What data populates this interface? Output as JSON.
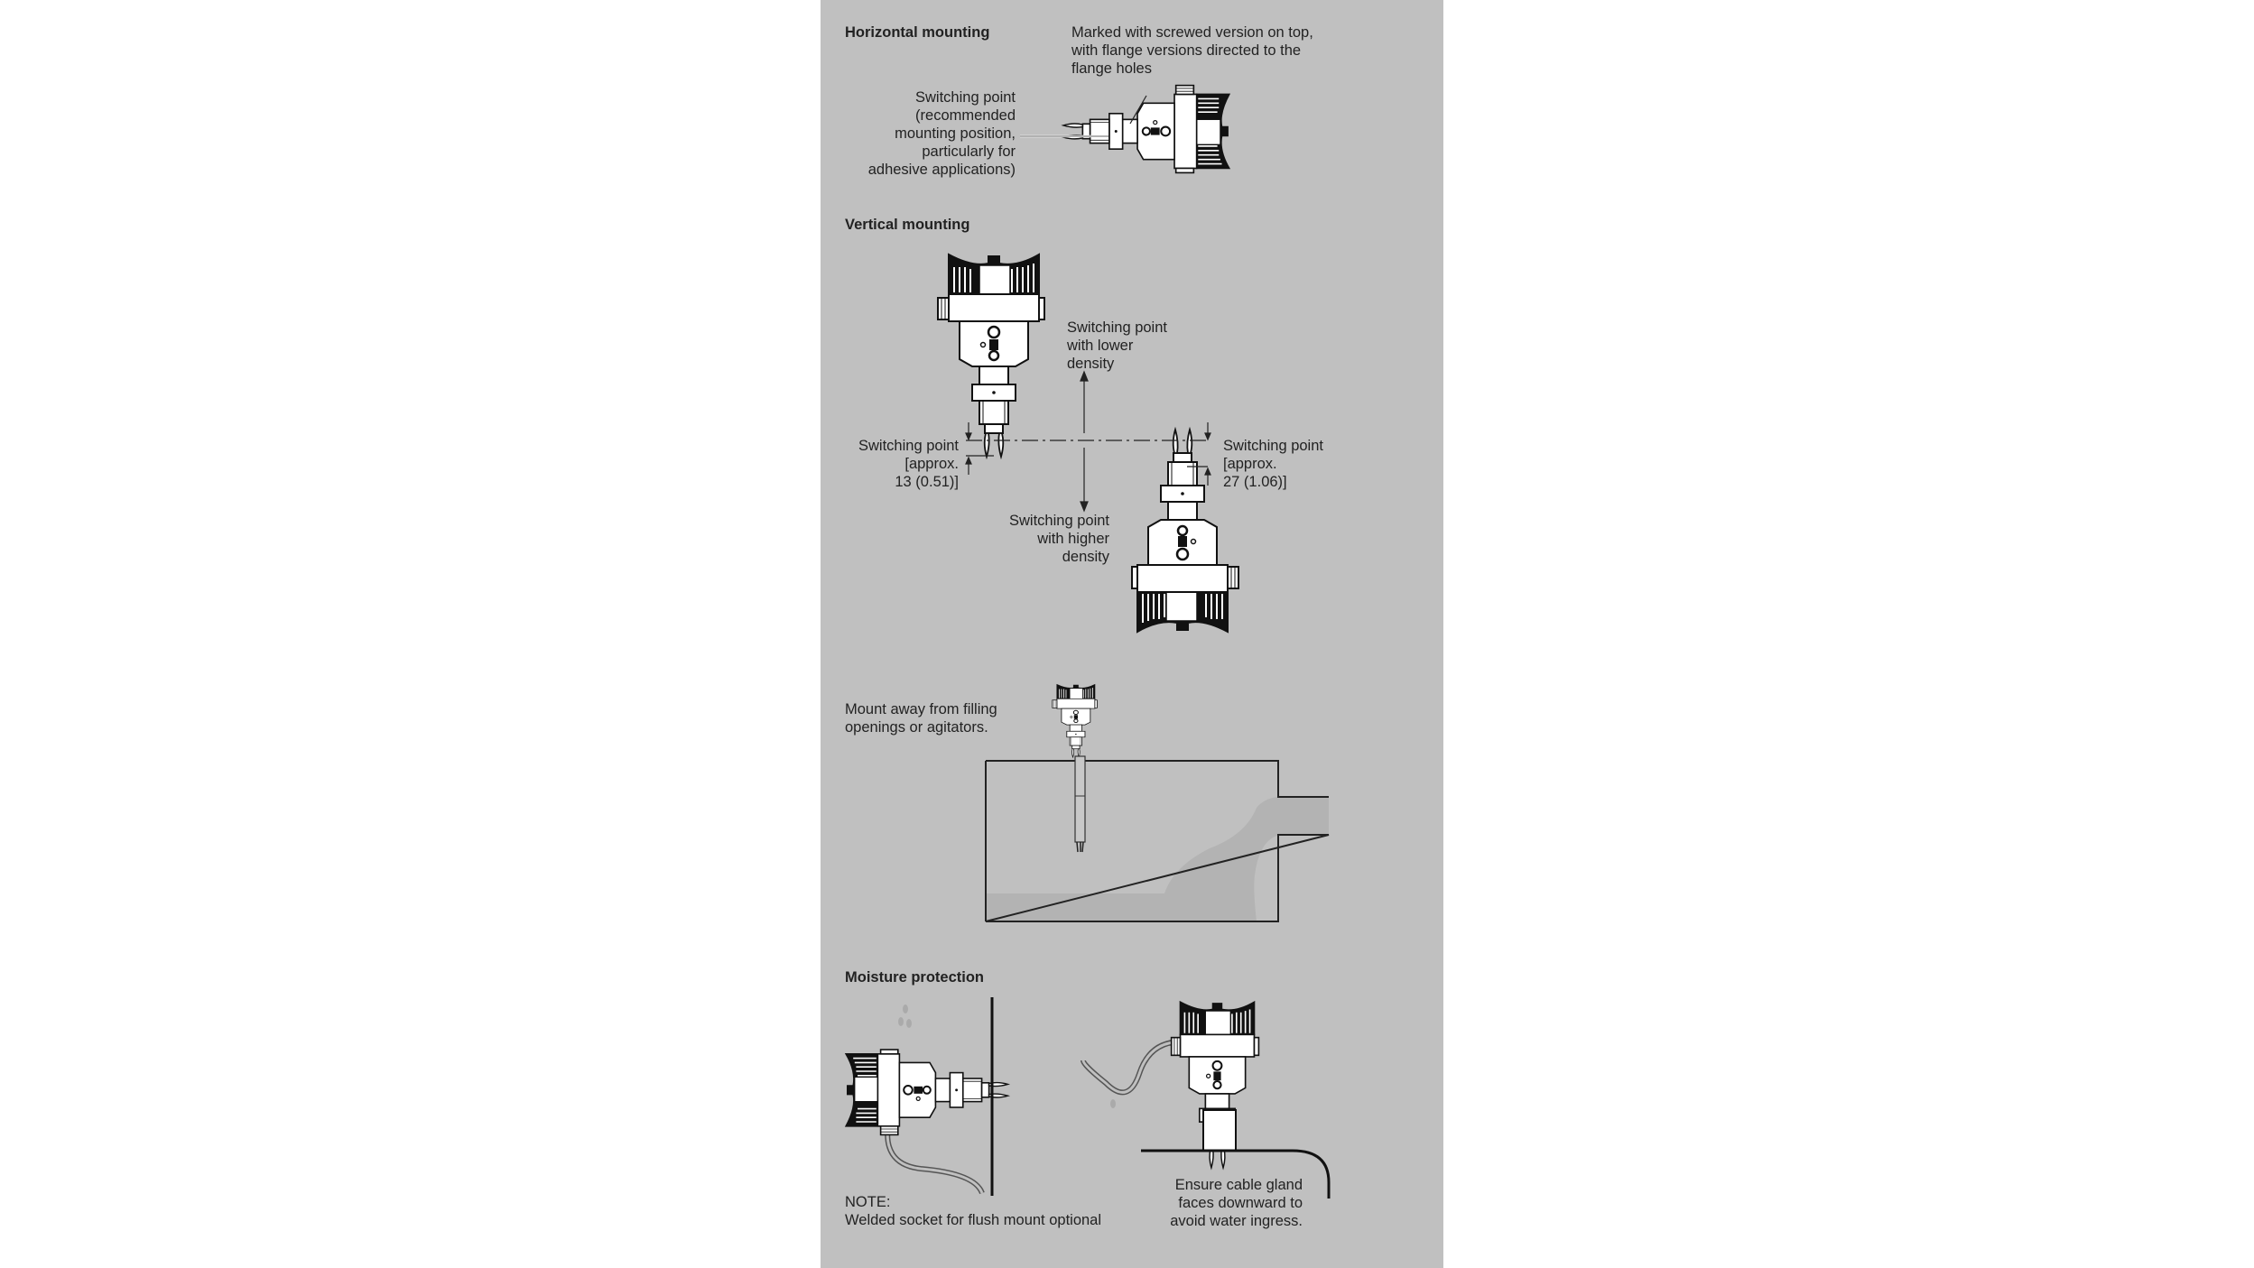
{
  "colors": {
    "panel": "#c0c0c0",
    "liquid": "#b3b3b3",
    "ink": "#222222"
  },
  "horizontal": {
    "heading": "Horizontal mounting",
    "marking_note": [
      "Marked with screwed version on top,",
      "with flange versions directed to the",
      "flange holes"
    ],
    "switching_point": [
      "Switching point",
      "(recommended",
      "mounting position,",
      "particularly for",
      "adhesive applications)"
    ]
  },
  "vertical": {
    "heading": "Vertical mounting",
    "lower_density": [
      "Switching point",
      "with lower",
      "density"
    ],
    "higher_density": [
      "Switching point",
      "with higher",
      "density"
    ],
    "left_point": [
      "Switching point",
      "[approx.",
      "13 (0.51)]"
    ],
    "right_point": [
      "Switching point",
      "[approx.",
      "27 (1.06)]"
    ]
  },
  "tank": {
    "note": [
      "Mount away from filling",
      "openings or agitators."
    ]
  },
  "moisture": {
    "heading": "Moisture protection",
    "note": [
      "NOTE:",
      "Welded socket for flush mount optional"
    ],
    "gland_note": [
      "Ensure cable gland",
      "faces downward to",
      "avoid water ingress."
    ]
  }
}
